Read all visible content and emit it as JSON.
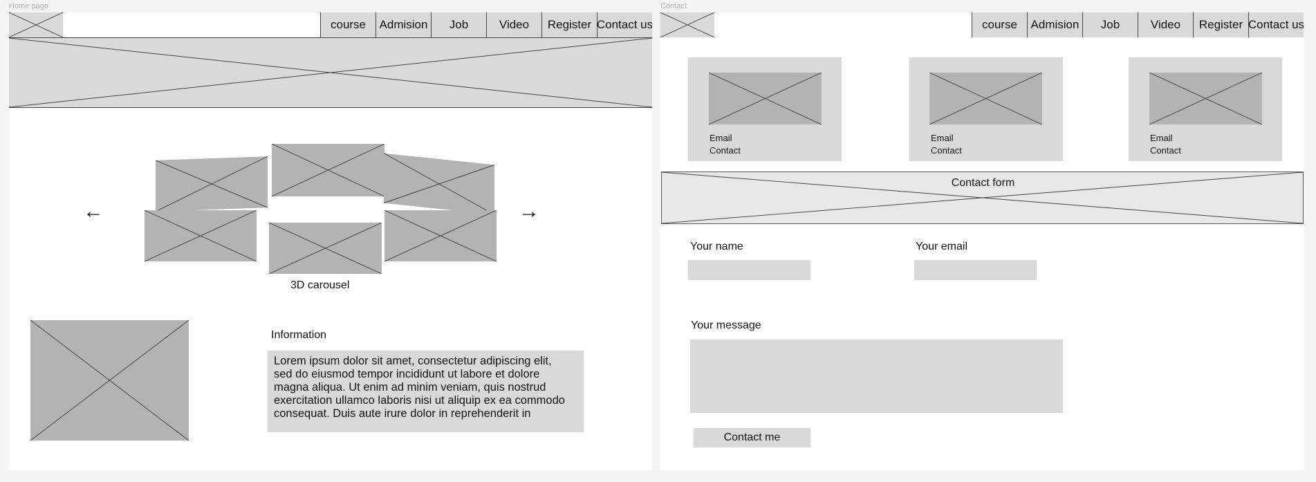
{
  "frames": {
    "home": {
      "label": "Home page",
      "nav": [
        "course",
        "Admision",
        "Job",
        "Video",
        "Register",
        "Contact us"
      ],
      "carousel": {
        "prev_icon": "arrow-left-icon",
        "next_icon": "arrow-right-icon",
        "prev_glyph": "←",
        "next_glyph": "→",
        "caption": "3D carousel"
      },
      "info": {
        "heading": "Information",
        "body": "Lorem ipsum dolor sit amet, consectetur adipiscing elit,\nsed do eiusmod tempor incididunt ut labore et dolore\nmagna aliqua. Ut enim ad minim veniam, quis nostrud\nexercitation ullamco laboris nisi ut aliquip ex ea commodo\nconsequat. Duis aute irure dolor in reprehenderit in"
      }
    },
    "contact": {
      "label": "Contact",
      "nav": [
        "course",
        "Admision",
        "Job",
        "Video",
        "Register",
        "Contact us"
      ],
      "cards": [
        {
          "line1": "Email",
          "line2": "Contact"
        },
        {
          "line1": "Email",
          "line2": "Contact"
        },
        {
          "line1": "Email",
          "line2": "Contact"
        }
      ],
      "form_banner": "Contact form",
      "name_label": "Your name",
      "email_label": "Your email",
      "message_label": "Your message",
      "submit_label": "Contact me"
    }
  },
  "colors": {
    "placeholder": "#d9d9d9",
    "placeholder_dark": "#b3b3b3",
    "canvas": "#f5f5f5"
  }
}
